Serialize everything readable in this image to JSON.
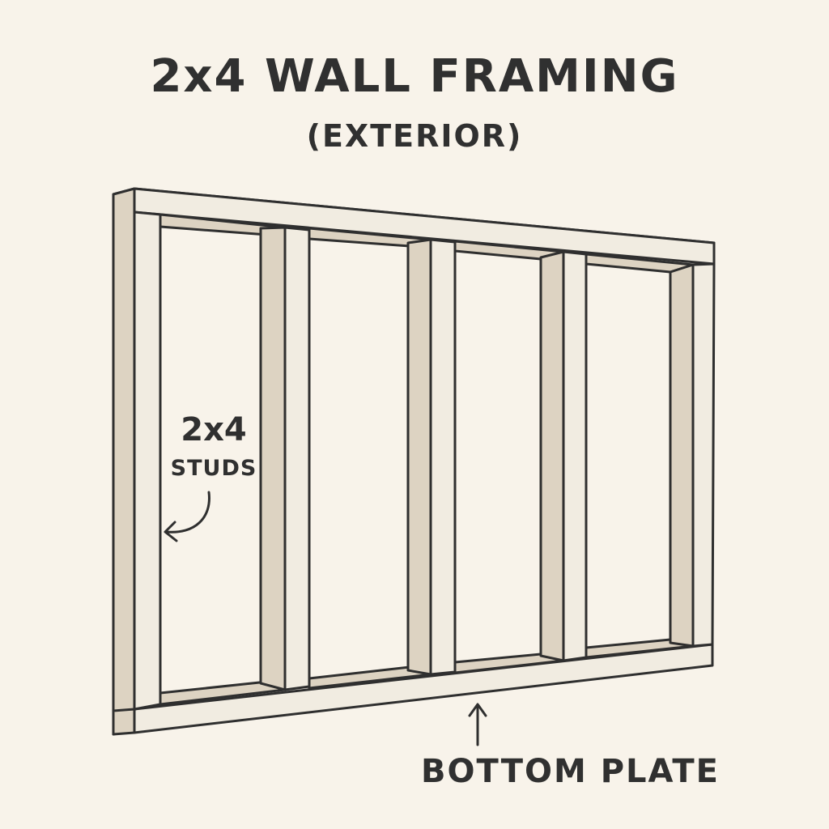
{
  "title": "2x4 WALL FRAMING",
  "subtitle": "(EXTERIOR)",
  "callouts": {
    "studs_line1": "2x4",
    "studs_line2": "STUDS",
    "bottom_plate": "BOTTOM PLATE"
  },
  "colors": {
    "background": "#f8f3ea",
    "wood_face": "#f1ece1",
    "wood_side": "#ddd3c2",
    "outline": "#2f2f2f"
  }
}
